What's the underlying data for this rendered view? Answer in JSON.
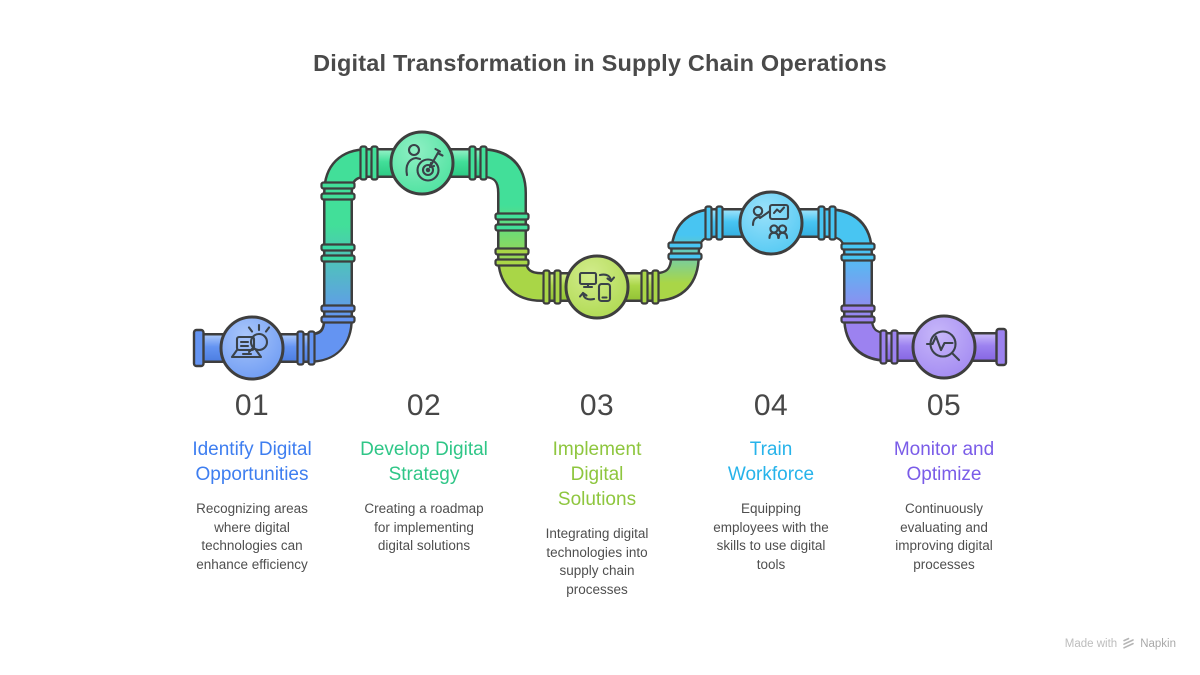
{
  "header": {
    "title": "Digital Transformation in Supply Chain Operations"
  },
  "steps": [
    {
      "number": "01",
      "title": "Identify Digital\nOpportunities",
      "description": "Recognizing areas\nwhere digital\ntechnologies can\nenhance efficiency",
      "accent": "#3E7EF0",
      "icon": "laptop-search-icon"
    },
    {
      "number": "02",
      "title": "Develop Digital\nStrategy",
      "description": "Creating a roadmap\nfor implementing\ndigital solutions",
      "accent": "#2FC687",
      "icon": "person-target-icon"
    },
    {
      "number": "03",
      "title": "Implement\nDigital\nSolutions",
      "description": "Integrating digital\ntechnologies into\nsupply chain\nprocesses",
      "accent": "#8EC63E",
      "icon": "devices-sync-icon"
    },
    {
      "number": "04",
      "title": "Train\nWorkforce",
      "description": "Equipping\nemployees with the\nskills to use digital\ntools",
      "accent": "#27B3EA",
      "icon": "training-presentation-icon"
    },
    {
      "number": "05",
      "title": "Monitor and\nOptimize",
      "description": "Continuously\nevaluating and\nimproving digital\nprocesses",
      "accent": "#7A5CE8",
      "icon": "magnifier-pulse-icon"
    }
  ],
  "pipe": {
    "outline_color": "#3E3E3E",
    "segment_colors": {
      "blue": "#6494F2",
      "green": "#42DF99",
      "lime": "#A9D647",
      "cyan": "#48C5F2",
      "purple": "#9C82F0"
    }
  },
  "footer": {
    "made_with": "Made with",
    "brand": "Napkin"
  }
}
